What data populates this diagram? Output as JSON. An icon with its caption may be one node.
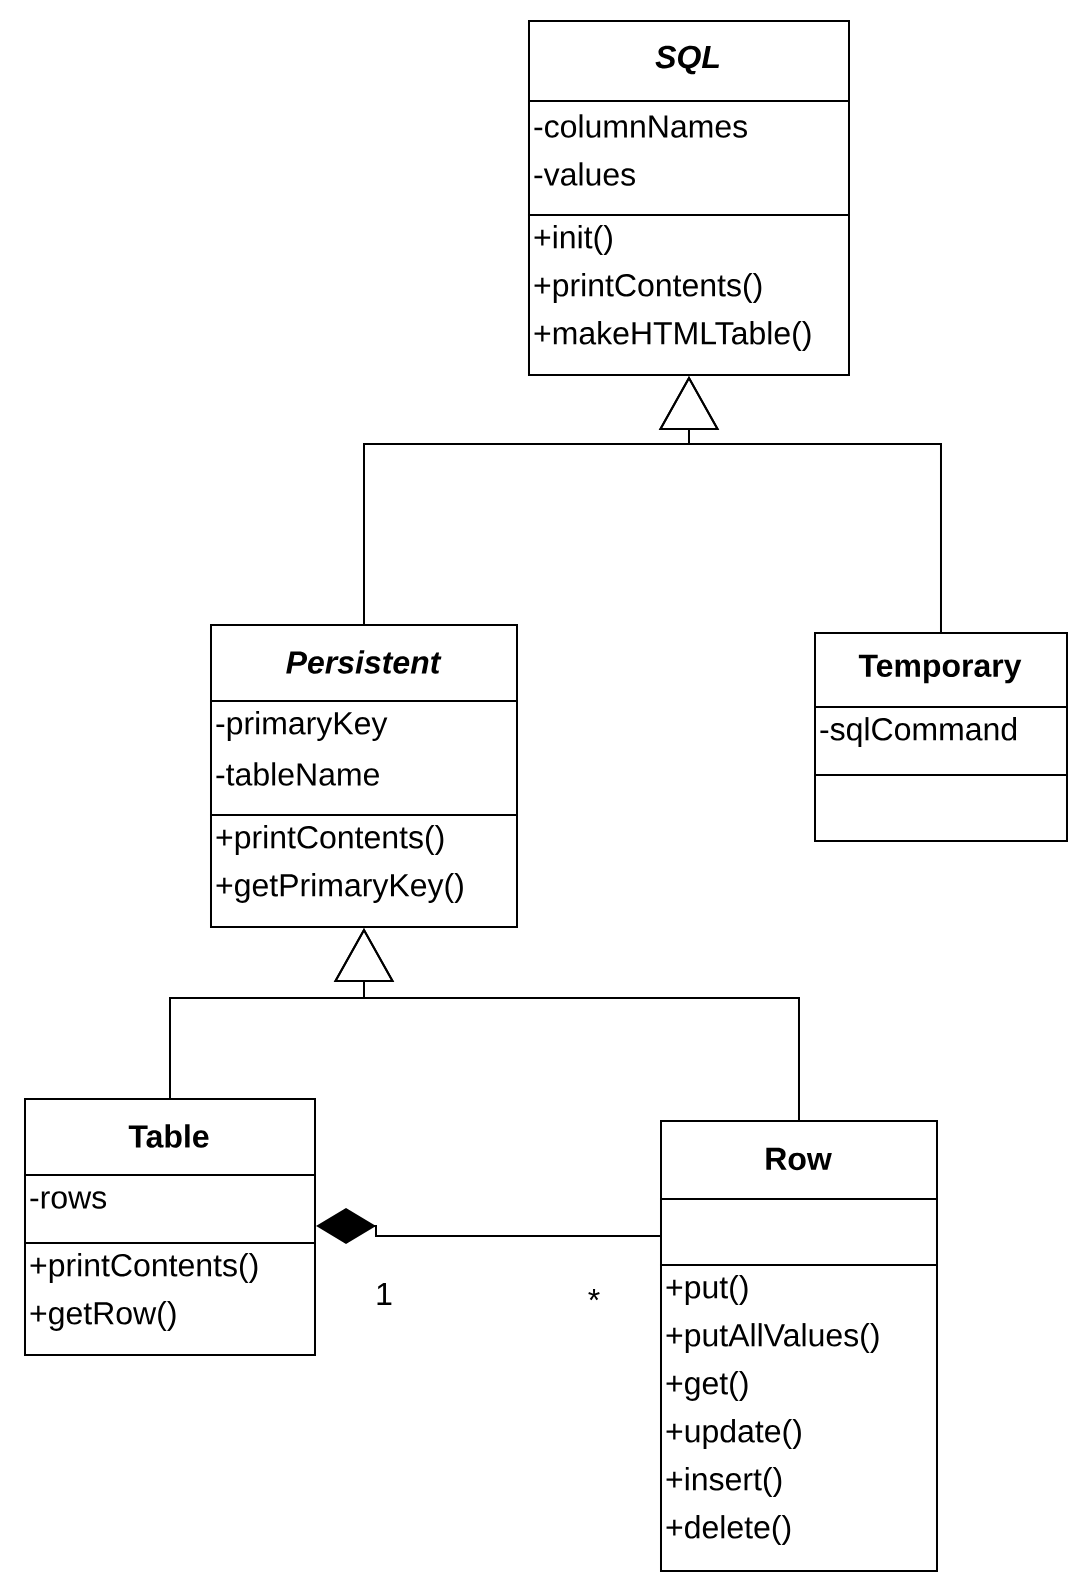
{
  "diagram": {
    "nodes": [
      {
        "text": [
          "SQL"
        ]
      },
      {
        "text": [
          "-columnNames",
          "-values"
        ],
        "in": 0
      },
      {
        "text": [
          "+init()",
          "+printContents()",
          "+makeHTMLTable()"
        ],
        "in": 0
      },
      {
        "text": [
          "Persistent"
        ]
      },
      {
        "text": [
          "-primaryKey",
          "-tableName"
        ],
        "in": 3
      },
      {
        "text": [
          "+printContents()",
          "+getPrimaryKey()"
        ],
        "in": 3
      },
      {
        "text": [
          "Temporary"
        ]
      },
      {
        "text": [
          "-sqlCommand"
        ],
        "in": 6
      },
      {
        "text": [],
        "shape": "box",
        "in": 6
      },
      {
        "text": [
          "Table"
        ]
      },
      {
        "text": [
          "-rows"
        ],
        "in": 9
      },
      {
        "text": [
          "+printContents()",
          "+getRow()"
        ],
        "in": 9
      },
      {
        "text": [
          "Row"
        ]
      },
      {
        "text": [],
        "shape": "box",
        "in": 12
      },
      {
        "text": [
          "+put()",
          "+putAllValues()",
          "+get()",
          "+update()",
          "+insert()",
          "+delete()"
        ],
        "in": 12
      }
    ],
    "edges": [
      {
        "from": 3,
        "to": 0,
        "arrow": "to"
      },
      {
        "from": 6,
        "to": 0,
        "arrow": "to"
      },
      {
        "from": 9,
        "to": 3,
        "arrow": "to"
      },
      {
        "from": 12,
        "to": 3,
        "arrow": "to"
      },
      {
        "from": 12,
        "to": 9,
        "arrow": "other"
      }
    ],
    "labels": [
      "1",
      "*"
    ]
  }
}
